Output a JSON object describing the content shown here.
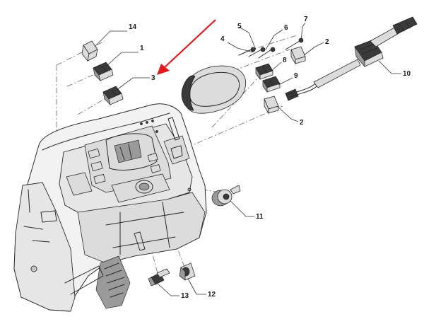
{
  "diagram": {
    "callouts": [
      {
        "id": "c14",
        "label": "14"
      },
      {
        "id": "c1",
        "label": "1"
      },
      {
        "id": "c3",
        "label": "3"
      },
      {
        "id": "c5",
        "label": "5"
      },
      {
        "id": "c6",
        "label": "6"
      },
      {
        "id": "c7",
        "label": "7"
      },
      {
        "id": "c4",
        "label": "4"
      },
      {
        "id": "c2a",
        "label": "2"
      },
      {
        "id": "c8",
        "label": "8"
      },
      {
        "id": "c9",
        "label": "9"
      },
      {
        "id": "c10",
        "label": "10"
      },
      {
        "id": "c2b",
        "label": "2"
      },
      {
        "id": "c11",
        "label": "11"
      },
      {
        "id": "c13",
        "label": "13"
      },
      {
        "id": "c12",
        "label": "12"
      }
    ],
    "colors": {
      "arrow": "#e3191d",
      "ink": "#2a2a2a"
    }
  }
}
